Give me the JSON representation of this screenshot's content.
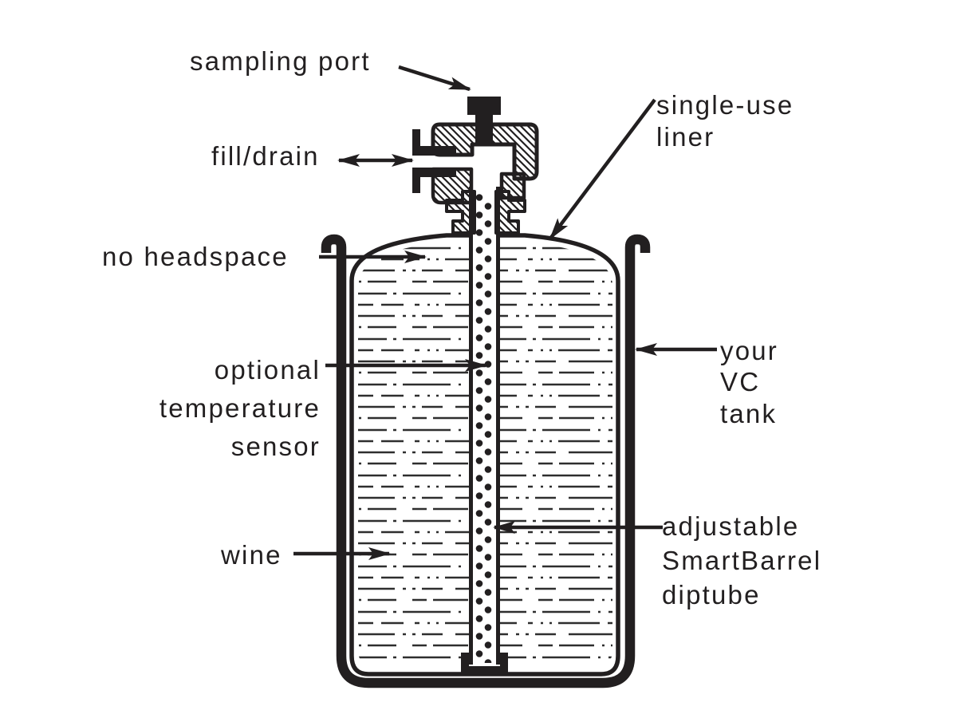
{
  "diagram": {
    "labels": {
      "sampling_port": "sampling port",
      "fill_drain": "fill/drain",
      "no_headspace": "no headspace",
      "temperature_sensor": [
        "optional",
        "temperature",
        "sensor"
      ],
      "wine": "wine",
      "single_use_liner": [
        "single-use",
        "liner"
      ],
      "vc_tank": [
        "your",
        "VC",
        "tank"
      ],
      "diptube": [
        "adjustable",
        "SmartBarrel",
        "diptube"
      ]
    },
    "colors": {
      "ink": "#221f20",
      "background": "#ffffff",
      "texture": "#2e2e2e"
    }
  }
}
